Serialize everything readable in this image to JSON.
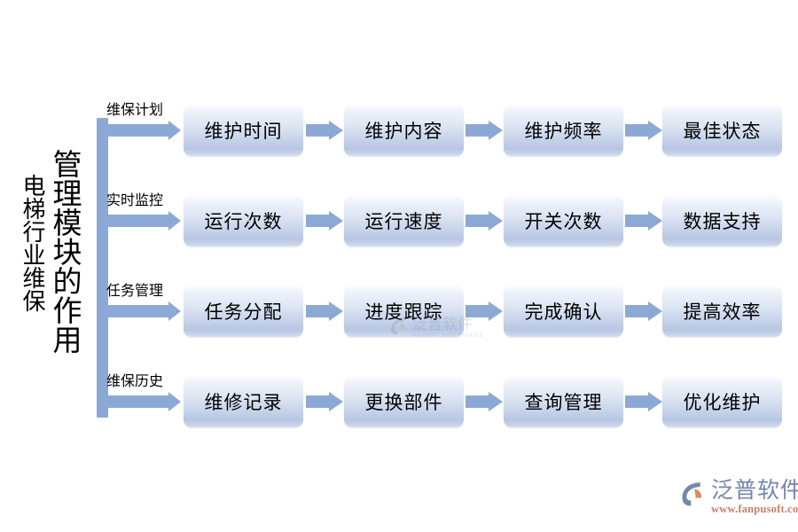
{
  "diagram": {
    "title_main": "管理模块的作用",
    "title_sub": "电梯行业维保",
    "branches": [
      {
        "label": "维保计划",
        "nodes": [
          "维护时间",
          "维护内容",
          "维护频率",
          "最佳状态"
        ]
      },
      {
        "label": "实时监控",
        "nodes": [
          "运行次数",
          "运行速度",
          "开关次数",
          "数据支持"
        ]
      },
      {
        "label": "任务管理",
        "nodes": [
          "任务分配",
          "进度跟踪",
          "完成确认",
          "提高效率"
        ]
      },
      {
        "label": "维保历史",
        "nodes": [
          "维修记录",
          "更换部件",
          "查询管理",
          "优化维护"
        ]
      }
    ],
    "colors": {
      "arrow": "#8ca9d6",
      "box_top": "#fbfcfe",
      "box_mid": "#b7c6e3",
      "text": "#000000",
      "logo_blue": "#7487ad",
      "logo_orange": "#c77f6b"
    }
  },
  "watermark": {
    "cn": "泛普软件",
    "en": "FANPU SOFTWARE"
  },
  "logo": {
    "cn": "泛普软件",
    "url": "www.fanpusoft.com"
  }
}
